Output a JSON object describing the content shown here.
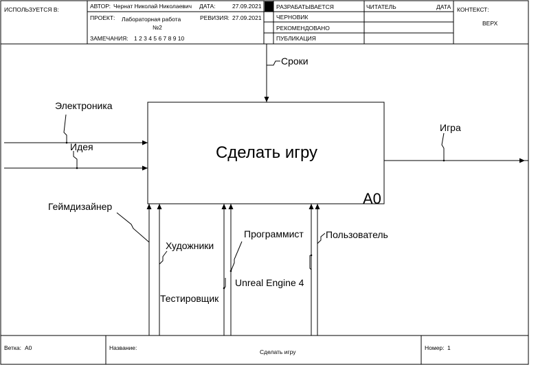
{
  "header": {
    "used_in": "ИСПОЛЬЗУЕТСЯ В:",
    "author_label": "АВТОР:",
    "author": "Чернат Николай Николаевич",
    "date_label": "ДАТА:",
    "date": "27.09.2021",
    "project_label": "ПРОЕКТ:",
    "project_line1": "Лабораторная работа",
    "project_line2": "№2",
    "revision_label": "РЕВИЗИЯ:",
    "revision": "27.09.2021",
    "notes_label": "ЗАМЕЧАНИЯ:",
    "notes_numbers": "1  2  3  4  5  6  7  8  9  10",
    "status": {
      "working": "РАЗРАБАТЫВАЕТСЯ",
      "draft": "ЧЕРНОВИК",
      "recommended": "РЕКОМЕНДОВАНО",
      "publication": "ПУБЛИКАЦИЯ"
    },
    "reader_label": "ЧИТАТЕЛЬ",
    "reader_date_label": "ДАТА",
    "context_label": "КОНТЕКСТ:",
    "context_value": "ВЕРХ"
  },
  "diagram": {
    "box_title": "Сделать игру",
    "box_number": "A0",
    "arrows": {
      "control": "Сроки",
      "input_1": "Электроника",
      "input_2": "Идея",
      "output": "Игра",
      "mech_1": "Геймдизайнер",
      "mech_2": "Художники",
      "mech_3": "Тестировщик",
      "mech_4": "Программист",
      "mech_5": "Unreal Engine 4",
      "mech_6": "Пользователь"
    }
  },
  "footer": {
    "node_label": "Ветка:",
    "node_value": "A0",
    "title_label": "Название:",
    "title_value": "Сделать игру",
    "number_label": "Номер:",
    "number_value": "1"
  }
}
